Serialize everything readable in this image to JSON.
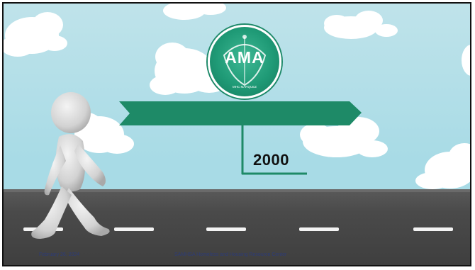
{
  "slide": {
    "year": "2000",
    "logo": {
      "text": "AMA",
      "subtext": "MHC MARQUEZ"
    },
    "footer": {
      "date": "February 26, 2024",
      "org": "SAMHSA Homeless and Housing Resource Center"
    }
  },
  "colors": {
    "sky": "#a8dbe6",
    "banner": "#1e8a67",
    "road": "#4a4a4a",
    "lane_marking": "#f3f3f3",
    "year_text": "#111111"
  },
  "icons": {
    "figure": "walking-person-figure",
    "logo": "ama-logo",
    "banner": "arrow-banner",
    "clouds": "cloud"
  }
}
